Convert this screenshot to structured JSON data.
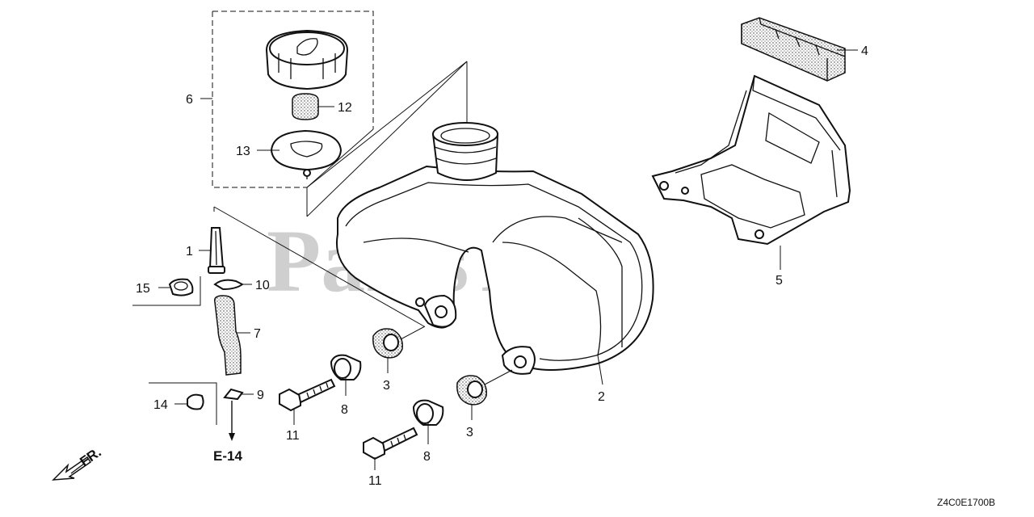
{
  "watermark": "PartsTree",
  "diagram_code": "Z4C0E1700B",
  "front_arrow_label": "FR.",
  "ref_label": "E-14",
  "callouts": {
    "c1": "1",
    "c2": "2",
    "c3a": "3",
    "c3b": "3",
    "c4": "4",
    "c5": "5",
    "c6": "6",
    "c7": "7",
    "c8a": "8",
    "c8b": "8",
    "c9": "9",
    "c10": "10",
    "c11a": "11",
    "c11b": "11",
    "c12": "12",
    "c13": "13",
    "c14": "14",
    "c15": "15"
  }
}
